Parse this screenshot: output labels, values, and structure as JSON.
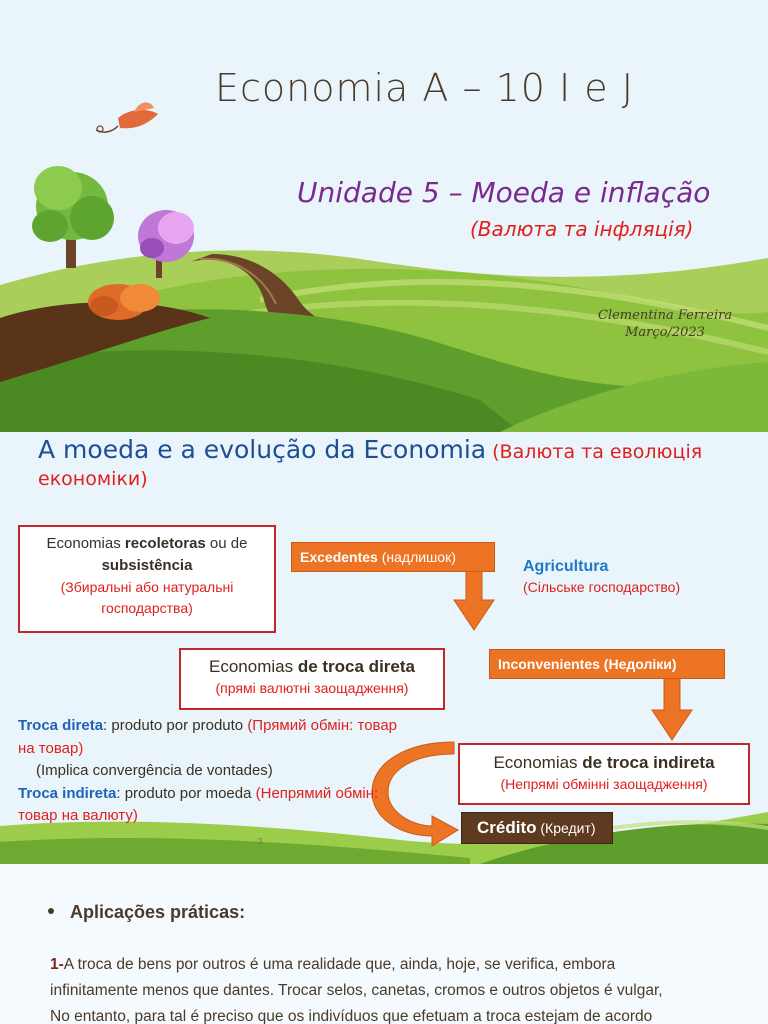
{
  "slide1": {
    "title": "Economia A – 10 I e J",
    "subtitle": "Unidade 5 – Moeda e inflação",
    "subtitle_uk": "(Валюта та інфляція)",
    "author": "Clementina Ferreira",
    "date": "Março/2023"
  },
  "slide2": {
    "heading_pt": "A moeda e a evolução da Economia",
    "heading_uk": " (Валюта та еволюція економіки)",
    "box1": {
      "text_a": "Economias ",
      "bold_a": "recoletoras",
      "text_b": "  ou de",
      "bold_b": "subsistência",
      "uk": "(Збиральні або натуральні господарства)"
    },
    "excedentes": {
      "label": "Excedentes",
      "uk": " (надлишок)"
    },
    "agricultura": {
      "label": "Agricultura",
      "uk": "(Сільське господарство)"
    },
    "box2": {
      "text": "Economias ",
      "bold": "de troca direta",
      "uk": "(прямі валютні заощадження)"
    },
    "inconvenientes": {
      "label": "Inconvenientes (Недоліки)"
    },
    "troca": {
      "direta_label": "Troca direta",
      "direta_text": ": produto por produto ",
      "direta_uk": "(Прямий обмін: товар на товар)",
      "implica": "(Implica convergência de vontades)",
      "indireta_label": "Troca indireta",
      "indireta_text": ": produto por moeda ",
      "indireta_uk": "(Непрямий обмін: товар на валюту)"
    },
    "box3": {
      "text": "Economias ",
      "bold": "de troca indireta",
      "uk": "(Непрямі обмінні заощадження)"
    },
    "credito": {
      "label": "Crédito",
      "uk": " (Кредит)"
    },
    "page_number": "2"
  },
  "slide3": {
    "bullet": "Aplicações práticas:",
    "para_num": "1-",
    "line1": "A troca de bens por outros é uma realidade que, ainda, hoje, se verifica,  embora",
    "line2": "infinitamente menos que dantes. Trocar selos, canetas, cromos e outros objetos é vulgar,",
    "line3": "No entanto, para tal é preciso que os indivíduos que efetuam a troca estejam de acordo"
  },
  "colors": {
    "title_brown": "#4a3a2a",
    "subtitle_purple": "#7a2a8c",
    "ukrainian_red": "#e0201e",
    "heading_blue": "#1f4e96",
    "orange": "#ec7424",
    "credito_brown": "#5e3a20"
  }
}
